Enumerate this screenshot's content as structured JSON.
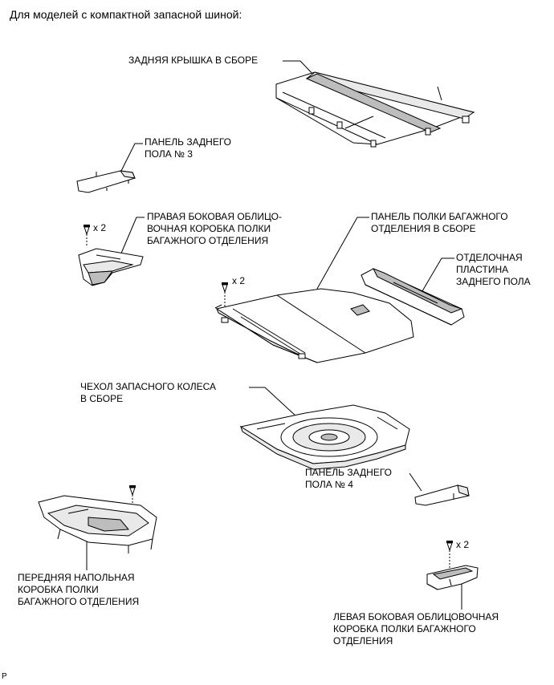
{
  "heading": "Для моделей с компактной запасной шиной:",
  "figure_code": "P",
  "labels": {
    "rear_cover": "ЗАДНЯЯ КРЫШКА В СБОРЕ",
    "rear_floor_panel_3": "ПАНЕЛЬ ЗАДНЕГО\nПОЛА № 3",
    "right_side_box": "ПРАВАЯ БОКОВАЯ ОБЛИЦО-\nВОЧНАЯ КОРОБКА ПОЛКИ\nБАГАЖНОГО ОТДЕЛЕНИЯ",
    "deck_board": "ПАНЕЛЬ ПОЛКИ БАГАЖНОГО\nОТДЕЛЕНИЯ В СБОРЕ",
    "scuff_plate": "ОТДЕЛОЧНАЯ\nПЛАСТИНА\nЗАДНЕГО ПОЛА",
    "spare_wheel_cover": "ЧЕХОЛ ЗАПАСНОГО КОЛЕСА\nВ СБОРЕ",
    "rear_floor_panel_4": "ПАНЕЛЬ ЗАДНЕГО\nПОЛА № 4",
    "front_floor_box": "ПЕРЕДНЯЯ НАПОЛЬНАЯ\nКОРОБКА ПОЛКИ\nБАГАЖНОГО ОТДЕЛЕНИЯ",
    "left_side_box": "ЛЕВАЯ БОКОВАЯ ОБЛИЦОВОЧНАЯ\nКОРОБКА ПОЛКИ БАГАЖНОГО\nОТДЕЛЕНИЯ"
  },
  "quantities": {
    "right_side_box_clips": "x 2",
    "deck_board_clips": "x 2",
    "left_side_box_clips": "x 2"
  },
  "icons": [
    "screw-icon",
    "clip-icon"
  ]
}
